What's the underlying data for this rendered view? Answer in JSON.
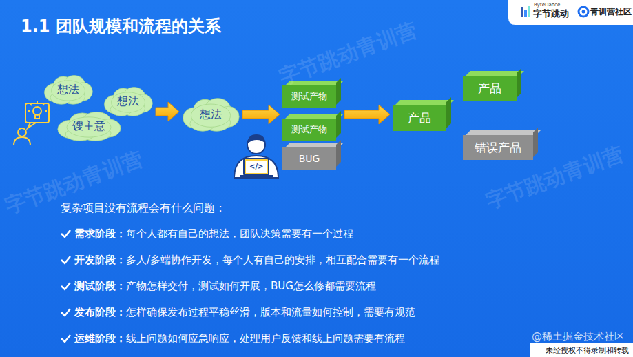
{
  "diagram": {
    "title": "1.1 团队规模和流程的关系",
    "nodes": [
      {
        "text": [
          "想法"
        ]
      },
      {
        "text": [
          "想法"
        ]
      },
      {
        "text": [
          "馊主意"
        ]
      },
      {
        "text": [
          "想法"
        ]
      },
      {
        "text": [
          "测试产物"
        ]
      },
      {
        "text": [
          "测试产物"
        ]
      },
      {
        "text": [
          "BUG"
        ]
      },
      {
        "text": [
          "产品"
        ]
      },
      {
        "text": [
          "产品"
        ]
      },
      {
        "text": [
          "错误产品"
        ]
      }
    ],
    "edges": [
      {
        "from": 1,
        "to": 3,
        "arrow": "to"
      },
      {
        "from": 3,
        "to": 5,
        "arrow": "to"
      },
      {
        "from": 5,
        "to": 7,
        "arrow": "to"
      }
    ],
    "labels": [
      "字节跳动青训营",
      "字节跳动青训营",
      "字节跳动青训营",
      "ByteDance",
      "字节跳动",
      "青训营社区",
      "</>",
      "复杂项目没有流程会有什么问题：",
      "需求阶段：",
      "每个人都有自己的想法，团队决策需要有一个过程",
      "开发阶段：",
      "多人/多端协作开发，每个人有自己的安排，相互配合需要有一个流程",
      "测试阶段：",
      "产物怎样交付，测试如何开展，BUG怎么修都需要流程",
      "发布阶段：",
      "怎样确保发布过程平稳丝滑，版本和流量如何控制，需要有规范",
      "运维阶段：",
      "线上问题如何应急响应，处理用户反馈和线上问题需要有流程",
      "@稀土掘金技术社区",
      "未经授权不得录制和转载"
    ]
  }
}
